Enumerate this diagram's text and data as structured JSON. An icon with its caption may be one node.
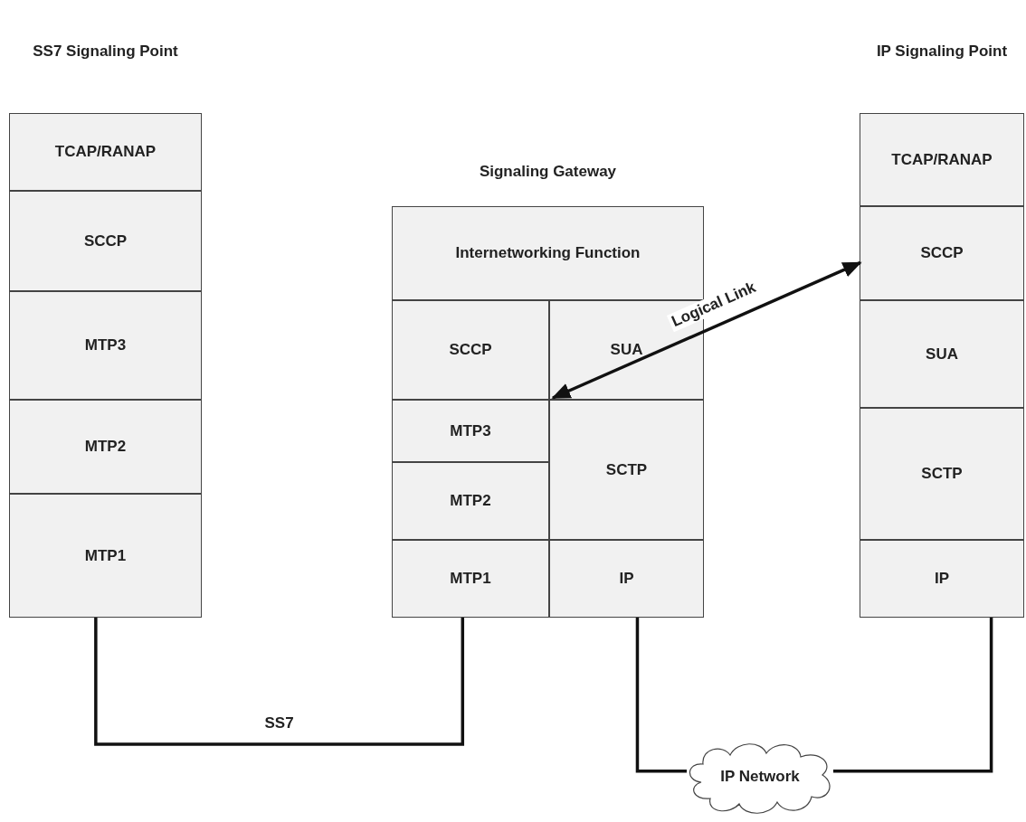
{
  "diagram": {
    "nodes": [
      {
        "text": [
          "SS7 Signaling Point"
        ]
      },
      {
        "text": [
          "TCAP/RANAP"
        ],
        "in": 0
      },
      {
        "text": [
          "SCCP"
        ],
        "in": 0
      },
      {
        "text": [
          "MTP3"
        ],
        "in": 0
      },
      {
        "text": [
          "MTP2"
        ],
        "in": 0
      },
      {
        "text": [
          "MTP1"
        ],
        "in": 0
      },
      {
        "text": [
          "Signaling Gateway"
        ]
      },
      {
        "text": [
          "Internetworking Function"
        ],
        "in": 6
      },
      {
        "text": [
          "SCCP"
        ],
        "in": 6
      },
      {
        "text": [
          "SUA"
        ],
        "in": 6
      },
      {
        "text": [
          "MTP3"
        ],
        "in": 6
      },
      {
        "text": [
          "SCTP"
        ],
        "in": 6
      },
      {
        "text": [
          "MTP2"
        ],
        "in": 6
      },
      {
        "text": [
          "MTP1"
        ],
        "in": 6
      },
      {
        "text": [
          "IP"
        ],
        "in": 6
      },
      {
        "text": [
          "IP Signaling Point"
        ]
      },
      {
        "text": [
          "TCAP/RANAP"
        ],
        "in": 15
      },
      {
        "text": [
          "SCCP"
        ],
        "in": 15
      },
      {
        "text": [
          "SUA"
        ],
        "in": 15
      },
      {
        "text": [
          "SCTP"
        ],
        "in": 15
      },
      {
        "text": [
          "IP"
        ],
        "in": 15
      },
      {
        "text": [
          "IP Network"
        ]
      }
    ],
    "edges": [
      {
        "from": 5,
        "to": 13,
        "arrow": "none",
        "label": "SS7"
      },
      {
        "from": 14,
        "to": 21,
        "arrow": "none"
      },
      {
        "from": 21,
        "to": 20,
        "arrow": "none"
      },
      {
        "from": 9,
        "to": 17,
        "arrow": "both",
        "label": "Logical Link"
      }
    ]
  }
}
